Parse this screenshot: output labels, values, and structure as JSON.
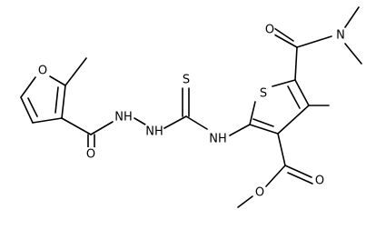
{
  "atoms": {
    "O_dimethylamide": "O",
    "N_dimethyl": "N",
    "S_thiophene": "S",
    "S_thiourea": "S",
    "O_furan": "O",
    "NH_hydrazide_1": "NH",
    "NH_hydrazide_2": "NH",
    "NH_thiourea": "NH",
    "O_hydrazide": "O",
    "O_ester_carbonyl": "O",
    "O_ester_single": "O"
  },
  "colors": {
    "bond": "#000000",
    "background": "#ffffff"
  }
}
